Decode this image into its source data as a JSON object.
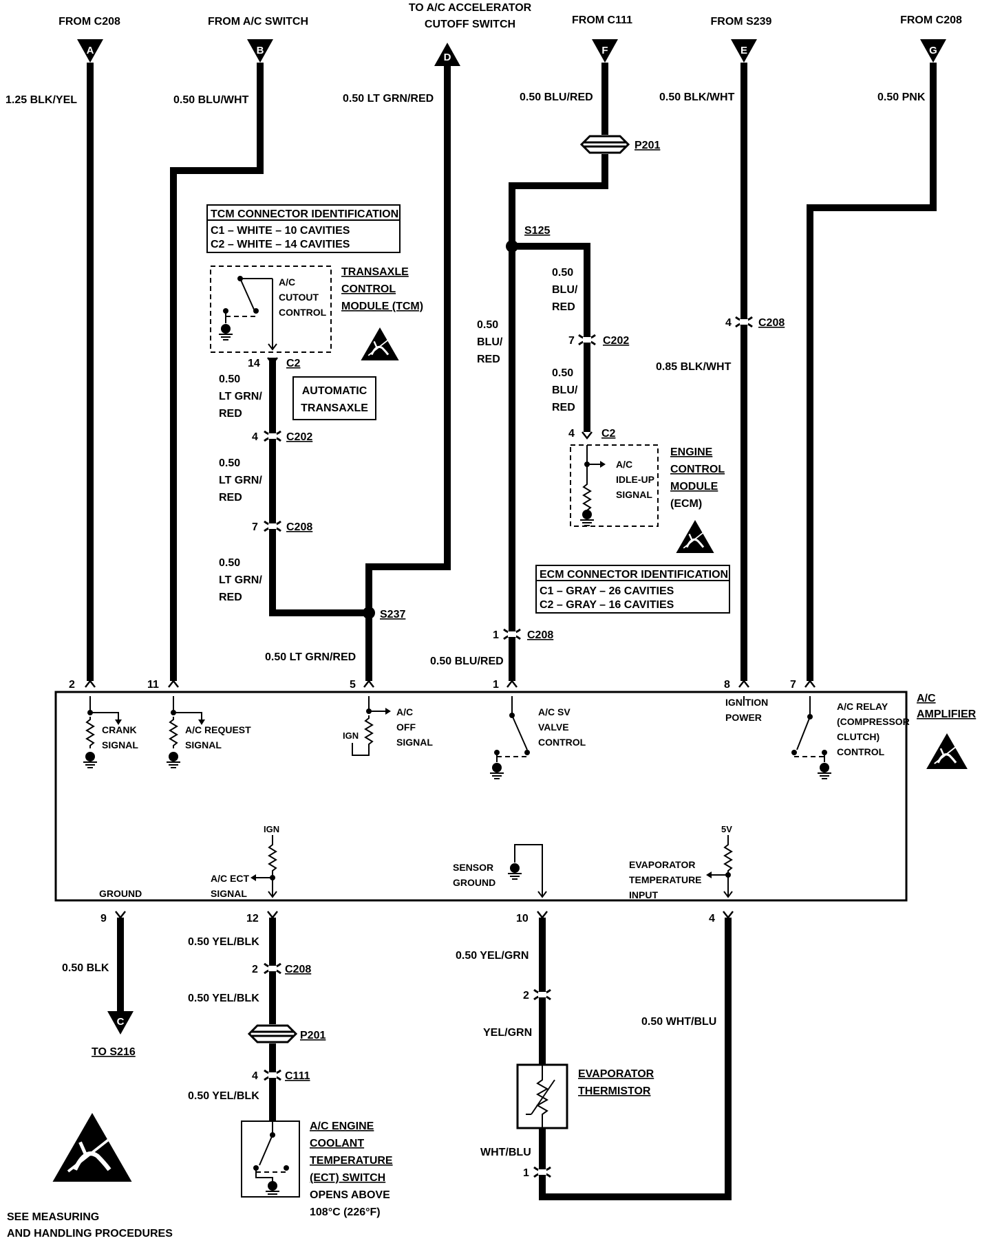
{
  "top_inputs": {
    "a": {
      "from": "FROM C208",
      "letter": "A",
      "wire": "1.25 BLK/YEL"
    },
    "b": {
      "from": "FROM A/C SWITCH",
      "letter": "B",
      "wire": "0.50 BLU/WHT"
    },
    "d": {
      "from_line1": "TO A/C ACCELERATOR",
      "from_line2": "CUTOFF SWITCH",
      "letter": "D",
      "wire": "0.50 LT GRN/RED"
    },
    "f": {
      "from": "FROM C111",
      "letter": "F",
      "wire": "0.50 BLU/RED"
    },
    "e": {
      "from": "FROM S239",
      "letter": "E",
      "wire": "0.50 BLK/WHT"
    },
    "g": {
      "from": "FROM C208",
      "letter": "G",
      "wire": "0.50 PNK"
    }
  },
  "tcm": {
    "conn_title": "TCM CONNECTOR IDENTIFICATION",
    "conn_c1": "C1 – WHITE – 10 CAVITIES",
    "conn_c2": "C2 – WHITE – 14 CAVITIES",
    "name_line1": "TRANSAXLE",
    "name_line2": "CONTROL",
    "name_line3": "MODULE (TCM)",
    "switch_line1": "A/C",
    "switch_line2": "CUTOUT",
    "switch_line3": "CONTROL",
    "pin": "14",
    "conn": "C2",
    "auto_line1": "AUTOMATIC",
    "auto_line2": "TRANSAXLE"
  },
  "tcm_wire": {
    "w1_l1": "0.50",
    "w1_l2": "LT GRN/",
    "w1_l3": "RED",
    "c202_pin": "4",
    "c202": "C202",
    "w2_l1": "0.50",
    "w2_l2": "LT GRN/",
    "w2_l3": "RED",
    "c208_pin": "7",
    "c208": "C208",
    "w3_l1": "0.50",
    "w3_l2": "LT GRN/",
    "w3_l3": "RED",
    "splice": "S237",
    "wire_bottom": "0.50 LT GRN/RED"
  },
  "f_branch": {
    "p201": "P201",
    "s125": "S125",
    "left_l1": "0.50",
    "left_l2": "BLU/",
    "left_l3": "RED",
    "right1_l1": "0.50",
    "right1_l2": "BLU/",
    "right1_l3": "RED",
    "c202_pin": "7",
    "c202": "C202",
    "right2_l1": "0.50",
    "right2_l2": "BLU/",
    "right2_l3": "RED",
    "c208_pin": "1",
    "c208": "C208",
    "wire_bottom": "0.50 BLU/RED"
  },
  "ecm": {
    "pin": "4",
    "conn": "C2",
    "sig_line1": "A/C",
    "sig_line2": "IDLE-UP",
    "sig_line3": "SIGNAL",
    "name_line1": "ENGINE",
    "name_line2": "CONTROL",
    "name_line3": "MODULE",
    "name_line4": "(ECM)",
    "conn_title": "ECM CONNECTOR IDENTIFICATION",
    "conn_c1": "C1 – GRAY – 26 CAVITIES",
    "conn_c2": "C2 – GRAY – 16 CAVITIES"
  },
  "e_branch": {
    "c208_pin": "4",
    "c208": "C208",
    "wire": "0.85  BLK/WHT"
  },
  "amp": {
    "title_line1": "A/C",
    "title_line2": "AMPLIFIER",
    "pins_top": {
      "crank": "2",
      "request": "11",
      "off": "5",
      "sv": "1",
      "ign": "8",
      "relay": "7"
    },
    "crank_l1": "CRANK",
    "crank_l2": "SIGNAL",
    "request_l1": "A/C REQUEST",
    "request_l2": "SIGNAL",
    "off_l1": "A/C",
    "off_l2": "OFF",
    "off_l3": "SIGNAL",
    "off_ign": "IGN",
    "sv_l1": "A/C SV",
    "sv_l2": "VALVE",
    "sv_l3": "CONTROL",
    "ign_l1": "IGNITION",
    "ign_l2": "POWER",
    "relay_l1": "A/C RELAY",
    "relay_l2": "(COMPRESSOR",
    "relay_l3": "CLUTCH)",
    "relay_l4": "CONTROL",
    "ground": "GROUND",
    "ect_ign": "IGN",
    "ect_l1": "A/C ECT",
    "ect_l2": "SIGNAL",
    "sensor_l1": "SENSOR",
    "sensor_l2": "GROUND",
    "evap_5v": "5V",
    "evap_l1": "EVAPORATOR",
    "evap_l2": "TEMPERATURE",
    "evap_l3": "INPUT",
    "pins_bottom": {
      "ground": "9",
      "ect": "12",
      "sensor": "10",
      "evap": "4"
    }
  },
  "bottom": {
    "gnd_wire": "0.50 BLK",
    "gnd_letter": "C",
    "gnd_to": "TO S216",
    "ect_w1": "0.50 YEL/BLK",
    "ect_c208_pin": "2",
    "ect_c208": "C208",
    "ect_w2": "0.50 YEL/BLK",
    "ect_p201": "P201",
    "ect_c111_pin": "4",
    "ect_c111": "C111",
    "ect_w3": "0.50 YEL/BLK",
    "ect_sw_l1": "A/C ENGINE",
    "ect_sw_l2": "COOLANT",
    "ect_sw_l3": "TEMPERATURE",
    "ect_sw_l4": "(ECT) SWITCH",
    "ect_sw_l5": "OPENS ABOVE",
    "ect_sw_l6": "108°C (226°F)",
    "sen_w1": "0.50 YEL/GRN",
    "sen_pin2": "2",
    "sen_w2": "YEL/GRN",
    "therm_l1": "EVAPORATOR",
    "therm_l2": "THERMISTOR",
    "sen_w3": "WHT/BLU",
    "sen_pin1": "1",
    "evap_wire": "0.50 WHT/BLU",
    "note_l1": "SEE MEASURING",
    "note_l2": "AND HANDLING PROCEDURES"
  }
}
